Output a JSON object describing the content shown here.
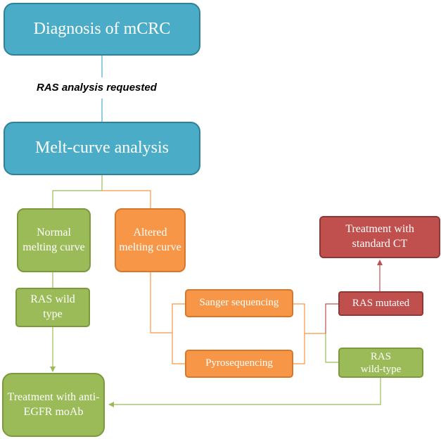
{
  "nodes": {
    "diagnosis": "Diagnosis of mCRC",
    "melt_curve": "Melt-curve analysis",
    "normal_curve": "Normal melting curve",
    "altered_curve": "Altered melting curve",
    "ras_wild_type_left": "RAS wild type",
    "treatment_anti_egfr": "Treatment with anti-EGFR moAb",
    "sanger": "Sanger sequencing",
    "pyro": "Pyrosequencing",
    "ras_mutated": "RAS mutated",
    "ras_wild_type_right": "RAS wild-type",
    "treatment_standard_ct": "Treatment with standard CT"
  },
  "edge_labels": {
    "ras_requested": "RAS analysis requested"
  },
  "colors": {
    "blue": "#4aacc6",
    "green": "#9bbb59",
    "orange": "#f79646",
    "red": "#c0504d",
    "connector_blue": "#4aacc6",
    "connector_green": "#9bbb59",
    "connector_orange": "#f79646",
    "connector_red": "#c0504d"
  }
}
